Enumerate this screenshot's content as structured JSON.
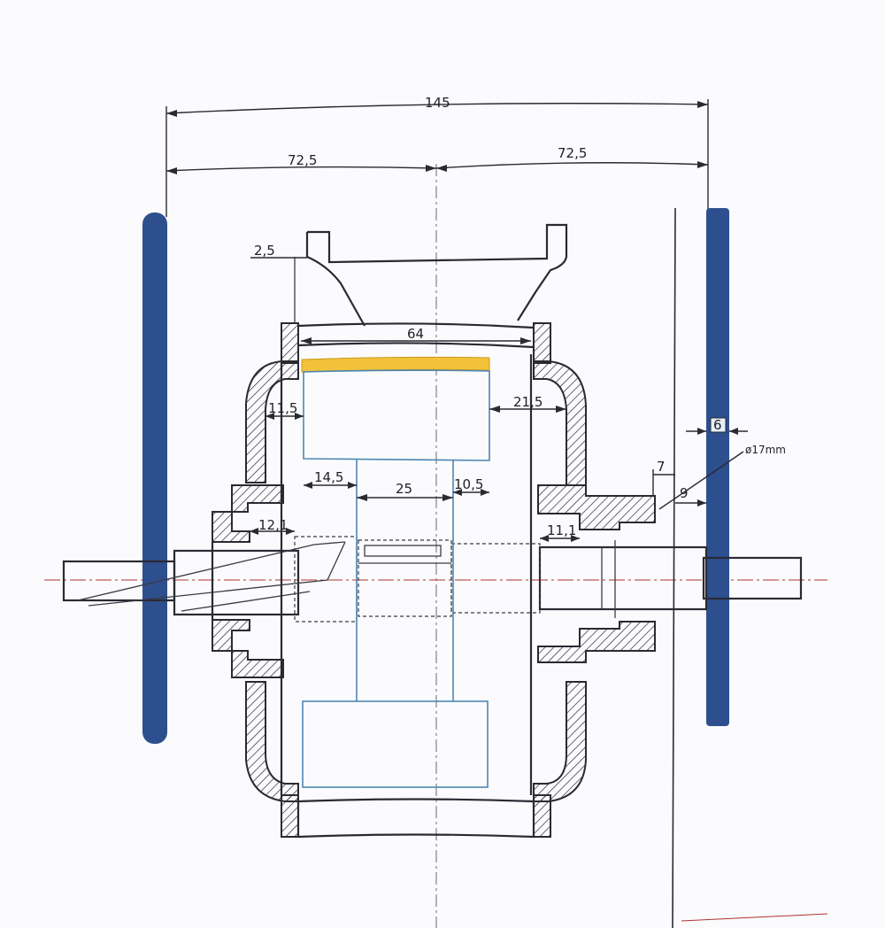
{
  "dimensions": {
    "overall_width": "145",
    "half_left": "72,5",
    "half_right": "72,5",
    "bracket_offset": "2,5",
    "rim_width": "64",
    "left_gap": "11,5",
    "right_gap": "21,5",
    "stator_left": "14,5",
    "core": "25",
    "stator_right": "10,5",
    "left_bearing": "12,1",
    "right_bearing": "11,1",
    "frame_thickness": "6",
    "frame_gap_upper": "7",
    "frame_gap_lower": "9",
    "axle_diameter": "ø17mm"
  },
  "colors": {
    "frame_blue": "#2d4f8e",
    "magnet_yellow": "#f2c23a",
    "stator_blue": "#4d86b3",
    "centerline_red": "#b03030"
  }
}
